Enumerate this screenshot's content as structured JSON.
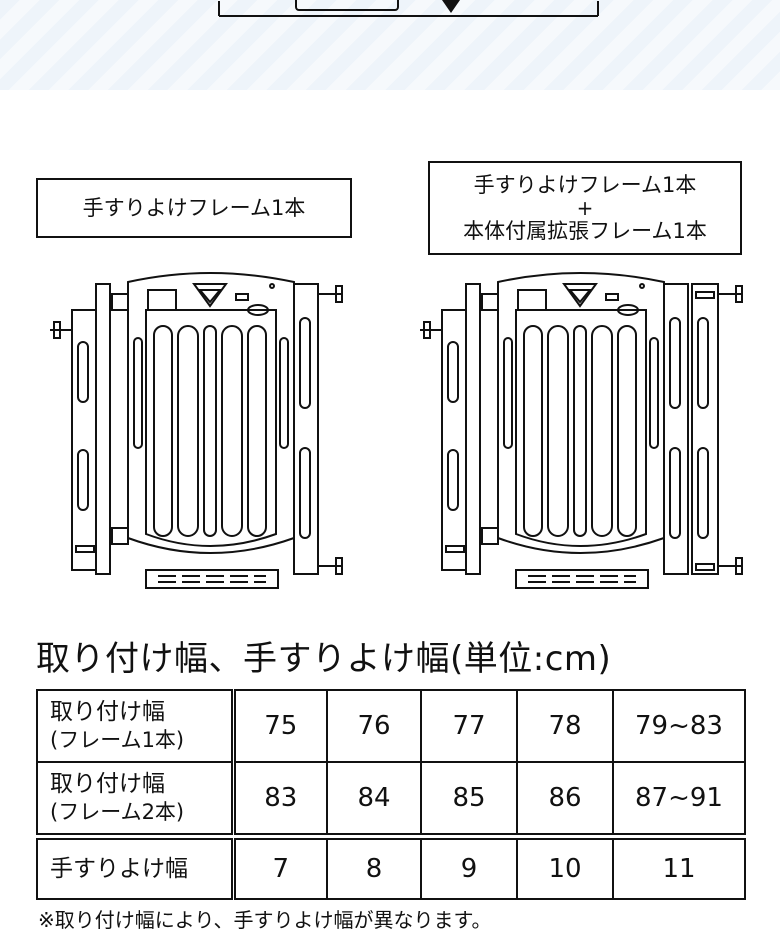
{
  "labels": {
    "option_one": "手すりよけフレーム1本",
    "option_two_line1": "手すりよけフレーム1本",
    "option_two_plus": "+",
    "option_two_line2": "本体付属拡張フレーム1本"
  },
  "section_title": "取り付け幅、手すりよけ幅(単位:cm)",
  "table": {
    "rows": [
      {
        "head_line1": "取り付け幅",
        "head_line2": "(フレーム1本)",
        "values": [
          "75",
          "76",
          "77",
          "78",
          "79~83"
        ]
      },
      {
        "head_line1": "取り付け幅",
        "head_line2": "(フレーム2本)",
        "values": [
          "83",
          "84",
          "85",
          "86",
          "87~91"
        ]
      },
      {
        "head_line1": "手すりよけ幅",
        "head_line2": "",
        "values": [
          "7",
          "8",
          "9",
          "10",
          "11"
        ]
      }
    ]
  },
  "footnote": "※取り付け幅により、手すりよけ幅が異なります。",
  "colors": {
    "ink": "#111111",
    "band": "#eef4fa"
  }
}
